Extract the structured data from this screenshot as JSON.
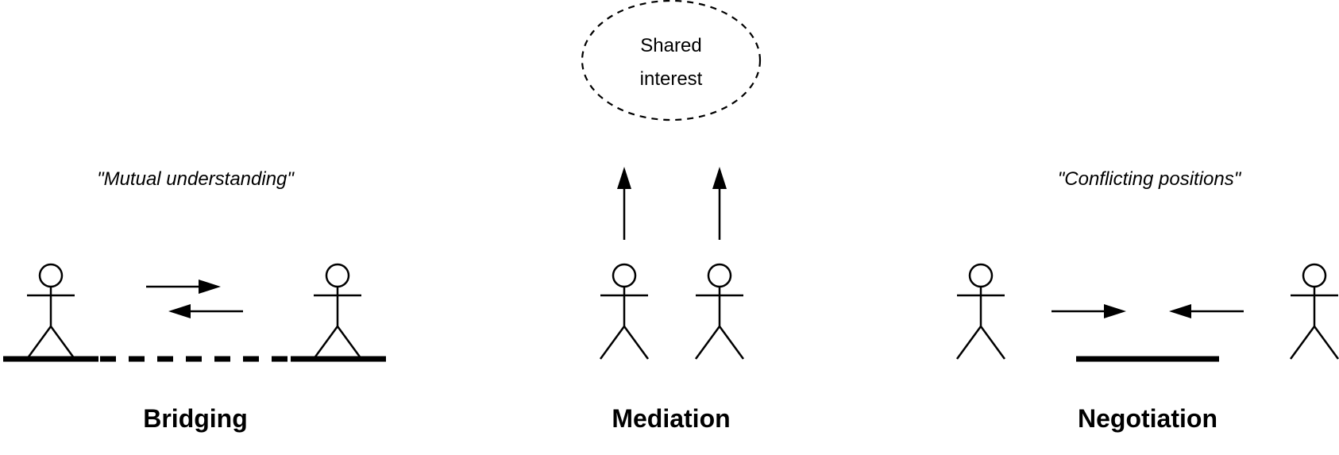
{
  "sections": {
    "bridging": {
      "caption": "Bridging",
      "quote": "\"Mutual understanding\""
    },
    "mediation": {
      "caption": "Mediation",
      "cloud_line1": "Shared",
      "cloud_line2": "interest"
    },
    "negotiation": {
      "caption": "Negotiation",
      "quote": "\"Conflicting positions\""
    }
  }
}
